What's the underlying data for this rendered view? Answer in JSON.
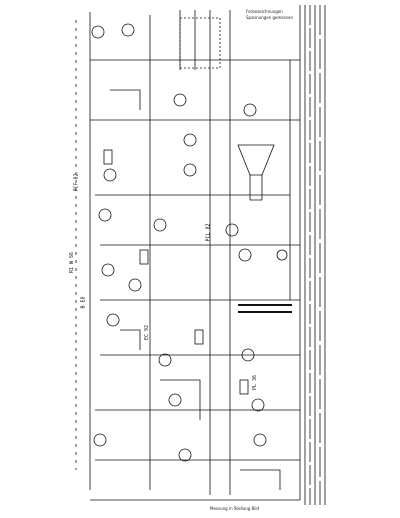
{
  "document": {
    "kind": "schematic",
    "ink": "#111111",
    "paper": "#ffffff"
  },
  "notes": {
    "top_right_line1": "Ferbezeichnungen",
    "top_right_line2": "Spannungen gemessen",
    "bottom_caption": "Messung in Stellung Bild"
  },
  "components": {
    "rotated_left_1": "R1 W S6",
    "rotated_left_2": "PCF 82",
    "rotated_left_3": "B E8",
    "rotated_mid_1": "EC 92",
    "rotated_mid_2": "PCL 82",
    "rotated_mid_3": "PL 36"
  }
}
